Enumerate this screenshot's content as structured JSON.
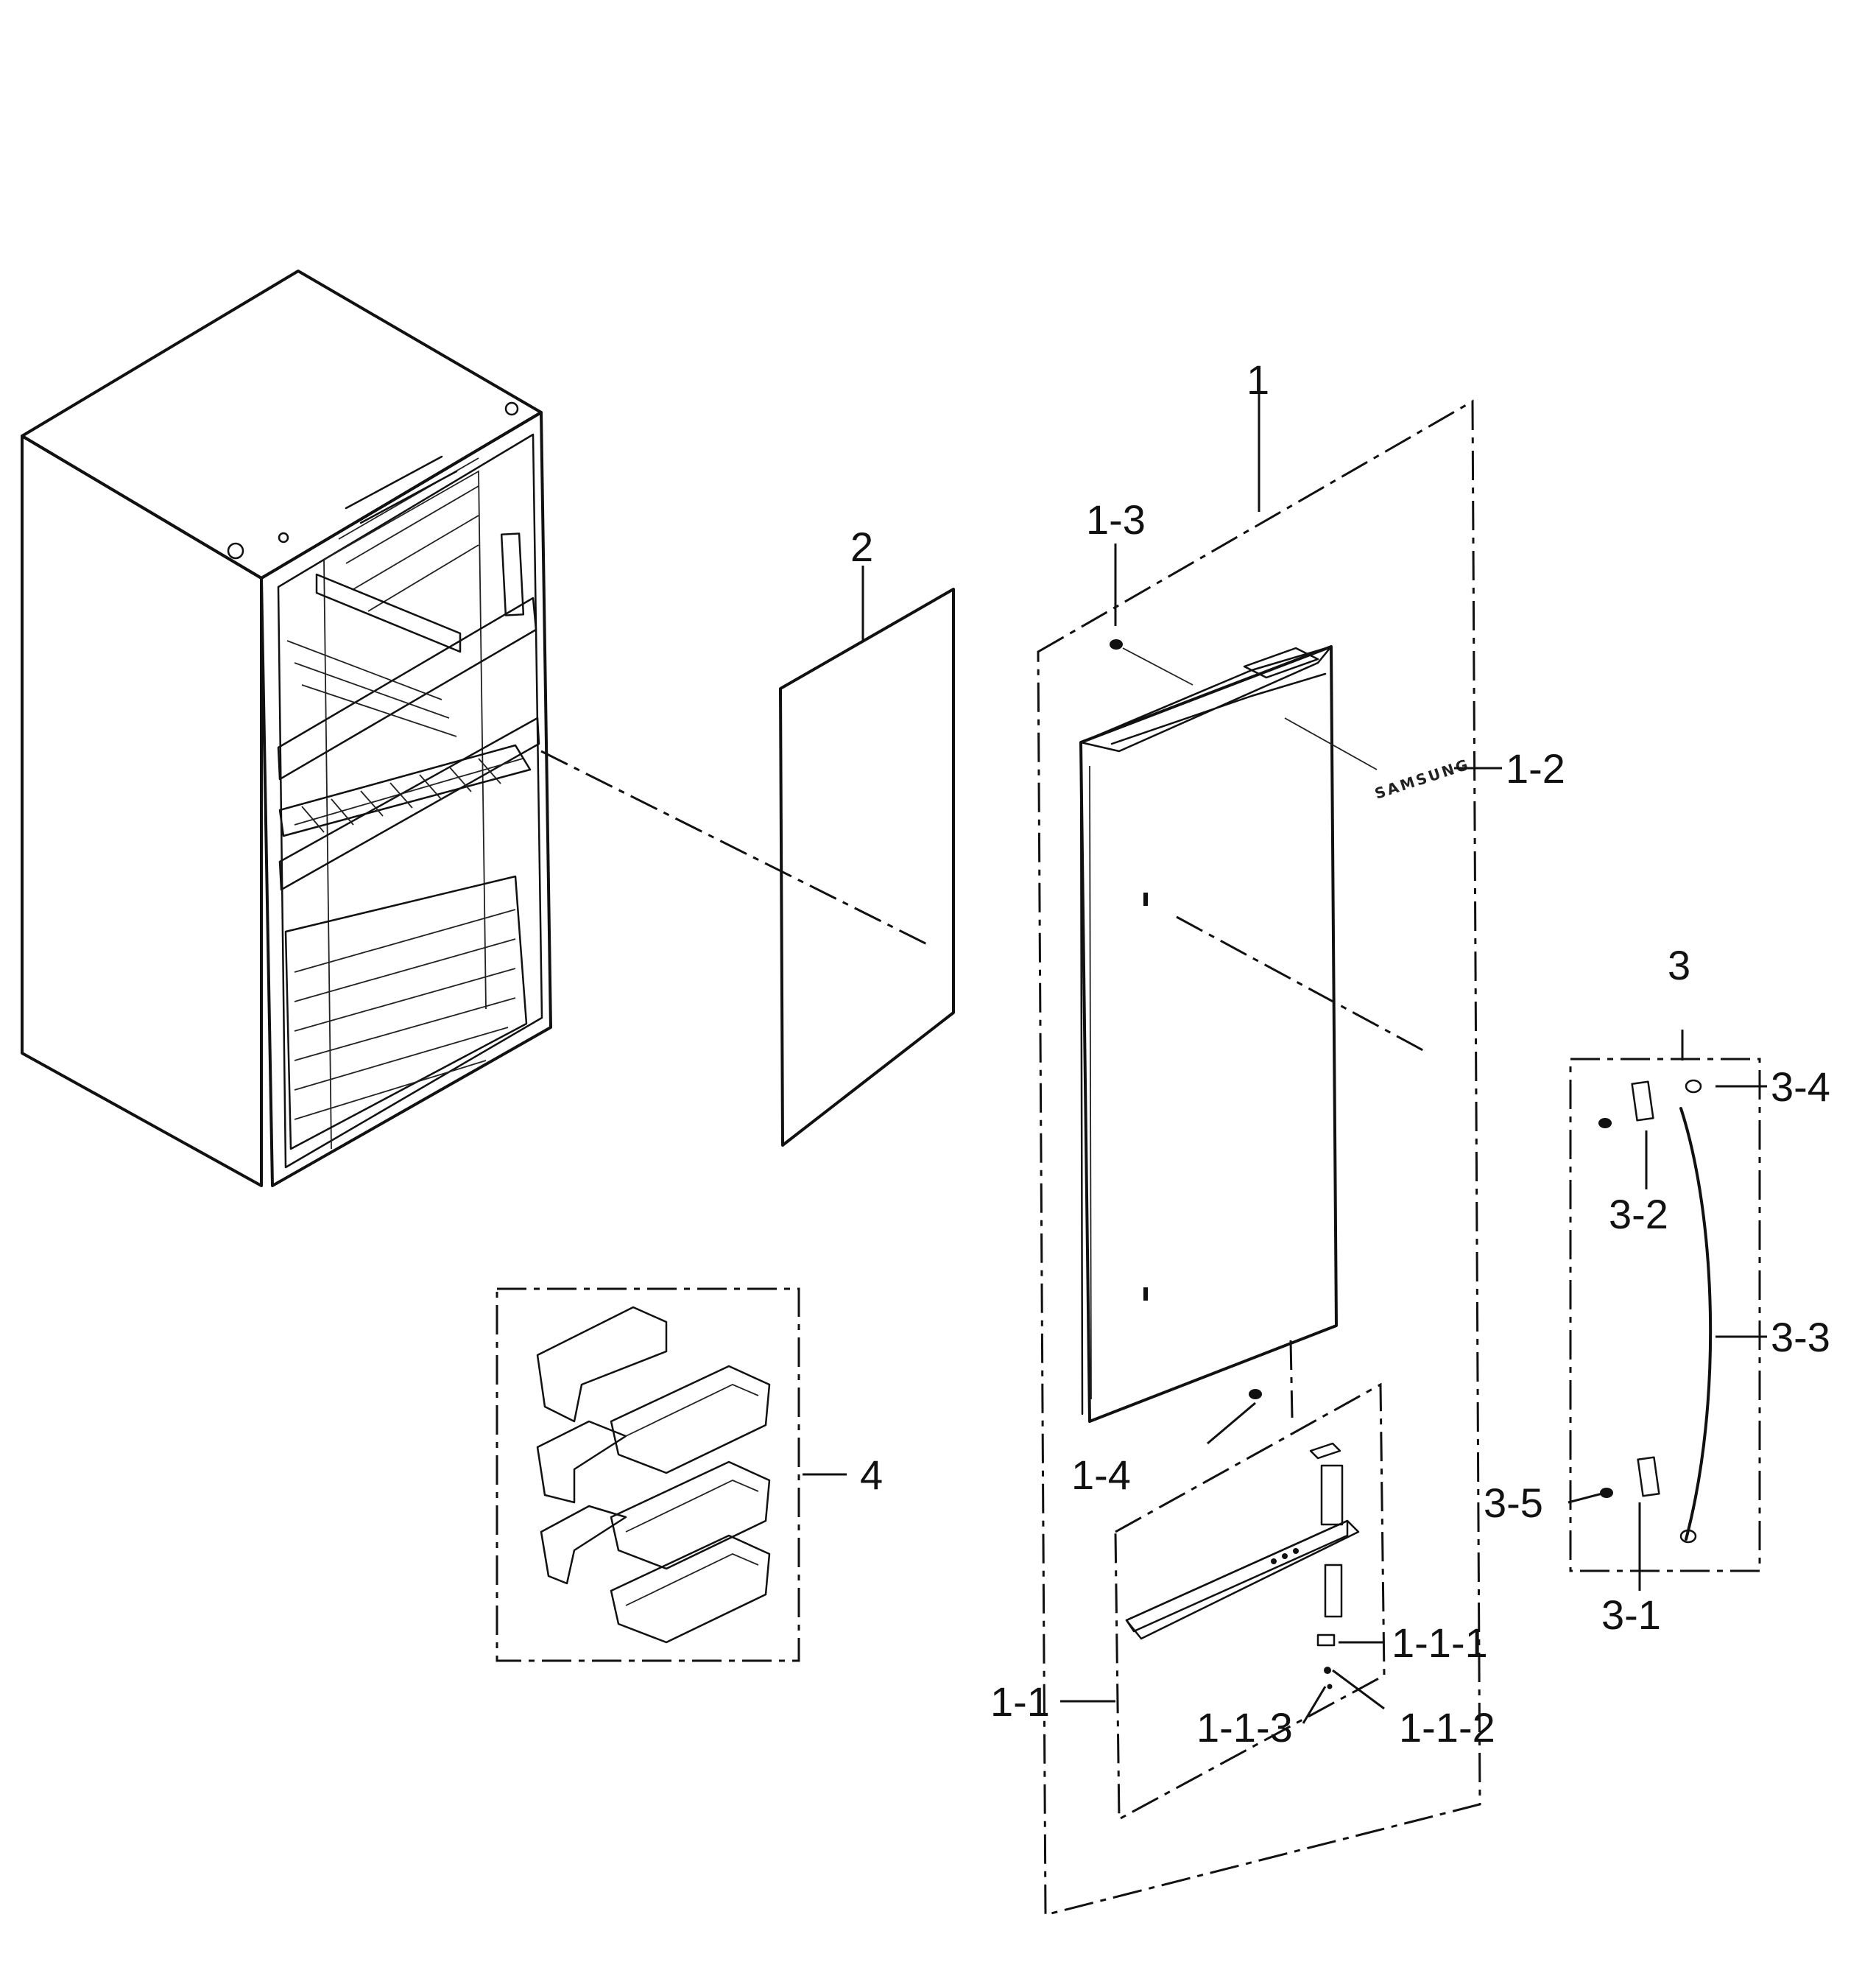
{
  "callouts": {
    "door_assembly": "1",
    "door_shelf_assembly": "1-1",
    "shelf_part_1": "1-1-1",
    "shelf_part_2": "1-1-2",
    "shelf_part_3": "1-1-3",
    "badge": "1-2",
    "screw_top": "1-3",
    "plug_bottom": "1-4",
    "gasket": "2",
    "handle_assembly": "3",
    "handle_part_1": "3-1",
    "handle_part_2": "3-2",
    "handle_bar": "3-3",
    "handle_cap": "3-4",
    "handle_screw": "3-5",
    "door_bins": "4"
  },
  "badge_text": "SAMSUNG"
}
